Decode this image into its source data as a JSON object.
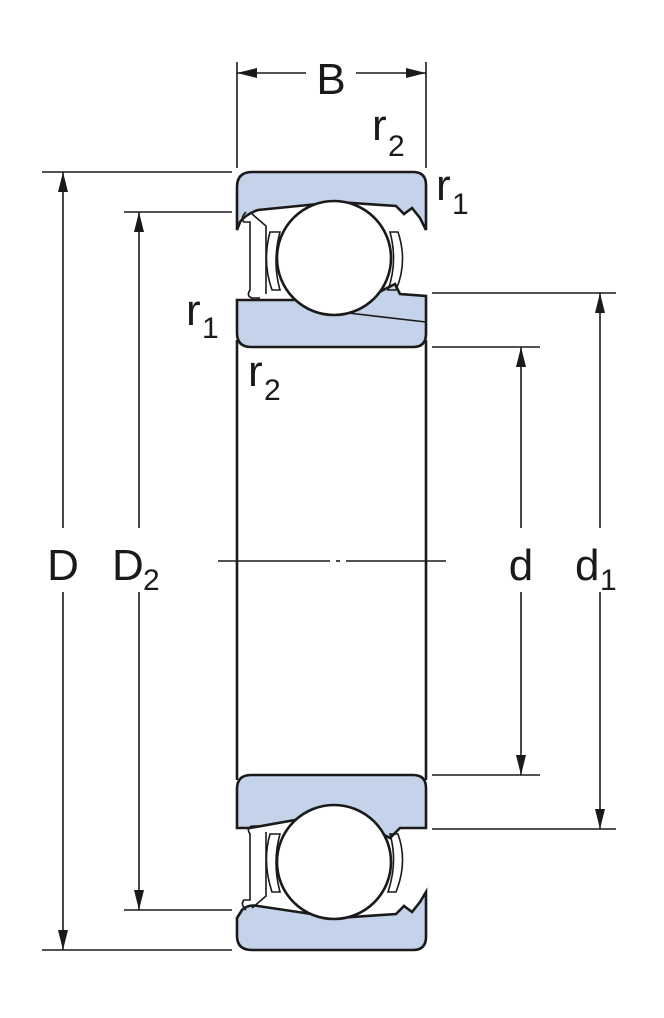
{
  "labels": {
    "B": "B",
    "D": "D",
    "D2_main": "D",
    "D2_sub": "2",
    "d": "d",
    "d1_main": "d",
    "d1_sub": "1",
    "r1_top_main": "r",
    "r1_top_sub": "1",
    "r2_top_main": "r",
    "r2_top_sub": "2",
    "r1_left_main": "r",
    "r1_left_sub": "1",
    "r2_left_main": "r",
    "r2_left_sub": "2"
  },
  "colors": {
    "ring_fill": "#c5d3ea",
    "line": "#1a1a1a",
    "ball_fill": "#ffffff"
  }
}
